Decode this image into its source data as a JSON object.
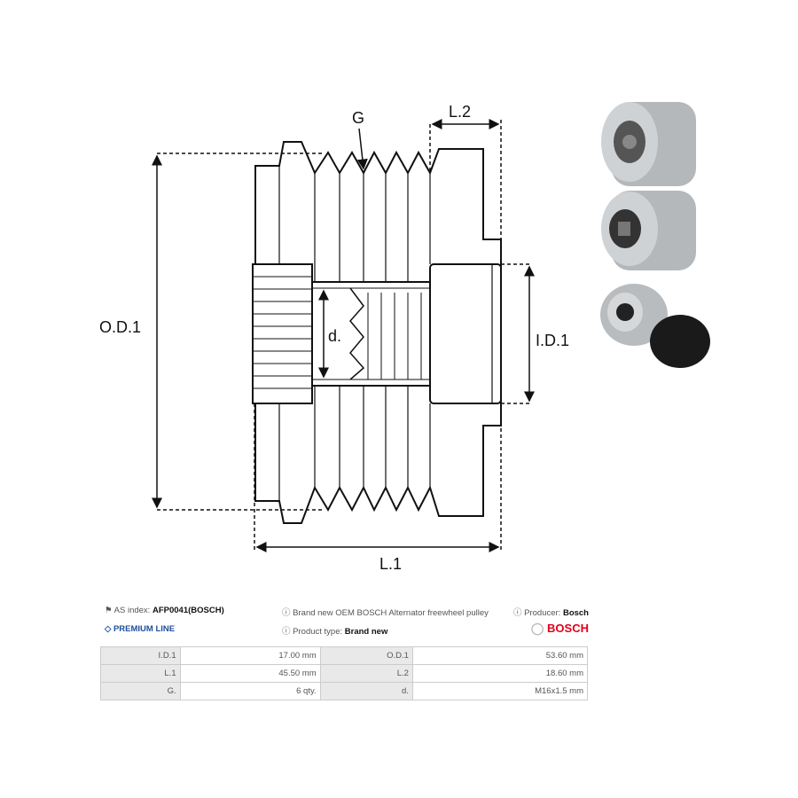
{
  "drawing": {
    "labels": {
      "g": "G",
      "l2": "L.2",
      "od1": "O.D.1",
      "id1": "I.D.1",
      "d": "d.",
      "l1": "L.1"
    }
  },
  "info": {
    "as_index_label": "AS index:",
    "as_index_value": "AFP0041(BOSCH)",
    "premium": "PREMIUM LINE",
    "description": "Brand new OEM BOSCH Alternator freewheel pulley",
    "product_type_label": "Product type:",
    "product_type_value": "Brand new",
    "producer_label": "Producer:",
    "producer_value": "Bosch",
    "brand_logo": "BOSCH"
  },
  "colors": {
    "brand": "#e2001a",
    "premium": "#1f4e9c"
  },
  "specs": [
    [
      "I.D.1",
      "17.00 mm",
      "O.D.1",
      "53.60 mm"
    ],
    [
      "L.1",
      "45.50 mm",
      "L.2",
      "18.60 mm"
    ],
    [
      "G.",
      "6 qty.",
      "d.",
      "M16x1.5 mm"
    ]
  ]
}
